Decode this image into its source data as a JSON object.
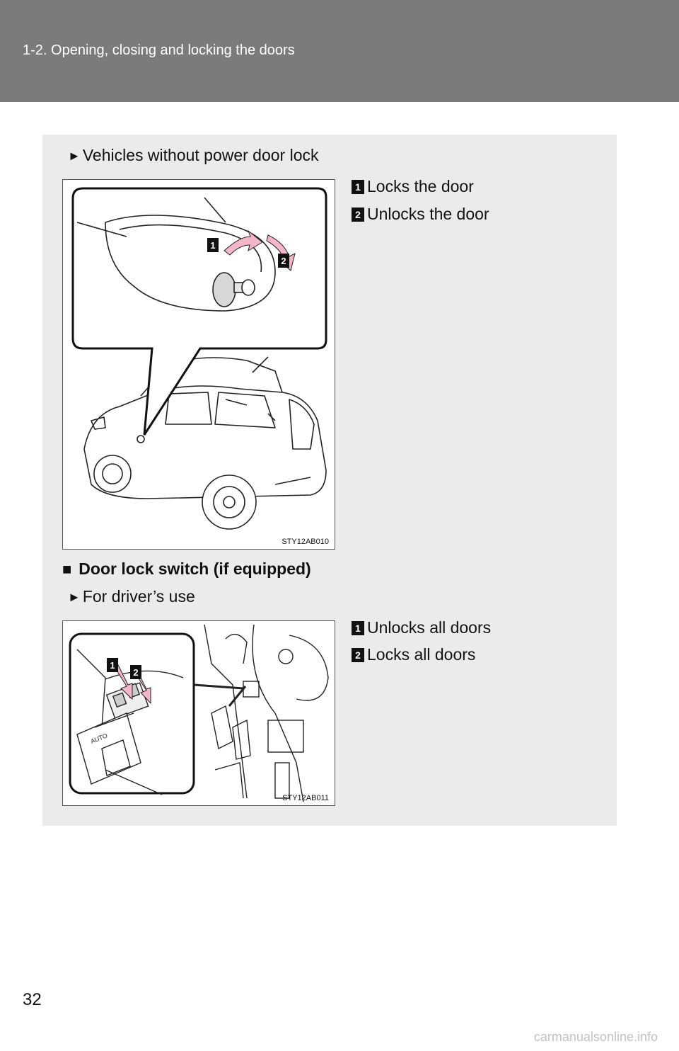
{
  "header": {
    "title": "1-2. Opening, closing and locking the doors"
  },
  "section1": {
    "bullet": "Vehicles without power door lock",
    "legend": [
      {
        "num": "1",
        "text": "Locks the door"
      },
      {
        "num": "2",
        "text": "Unlocks the door"
      }
    ],
    "figure_code": "STY12AB010",
    "figure_callouts": [
      "1",
      "2"
    ]
  },
  "section2": {
    "heading": "Door lock switch (if equipped)",
    "bullet": "For driver’s use",
    "legend": [
      {
        "num": "1",
        "text": "Unlocks all doors"
      },
      {
        "num": "2",
        "text": "Locks all doors"
      }
    ],
    "figure_code": "STY12AB011",
    "figure_callouts": [
      "1",
      "2"
    ],
    "switch_label": "AUTO"
  },
  "page_number": "32",
  "watermark": "carmanualsonline.info",
  "colors": {
    "header_bg": "#7b7b7b",
    "panel_bg": "#ebebeb",
    "arrow_pink": "#f3b6c8"
  }
}
